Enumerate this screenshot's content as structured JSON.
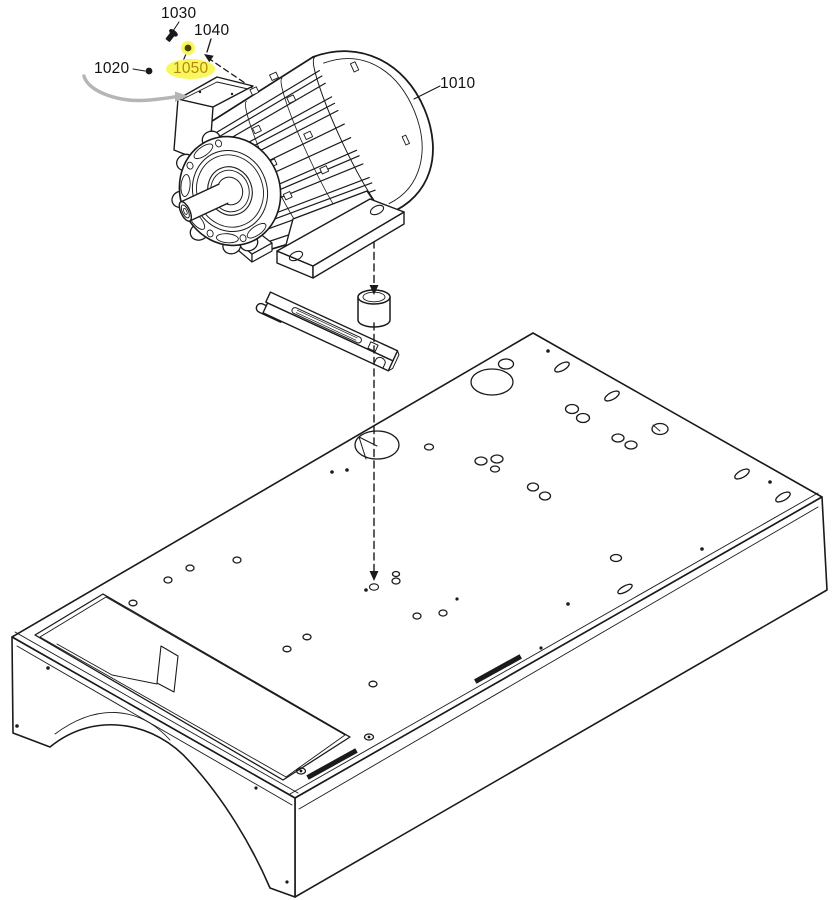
{
  "figure": {
    "title": "exploded-parts-diagram",
    "labels": [
      {
        "id": "1010",
        "text": "1010",
        "highlighted": false
      },
      {
        "id": "1020",
        "text": "1020",
        "highlighted": false
      },
      {
        "id": "1030",
        "text": "1030",
        "highlighted": false
      },
      {
        "id": "1040",
        "text": "1040",
        "highlighted": false
      },
      {
        "id": "1050",
        "text": "1050",
        "highlighted": true
      }
    ],
    "colors": {
      "line": "#1a1a1a",
      "background": "#ffffff",
      "highlight_fill": "#f8f85e",
      "highlight_text": "#b8860b",
      "guide_arrow": "#b5b5b5"
    }
  }
}
